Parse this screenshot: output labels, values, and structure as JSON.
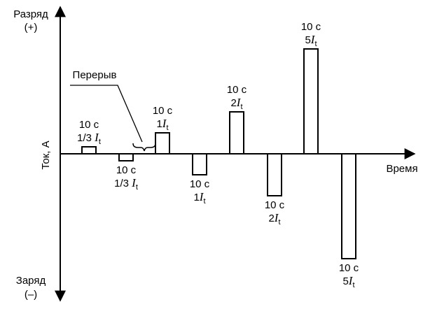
{
  "chart_data": {
    "type": "bar",
    "ylabel": "Ток, А",
    "xlabel": "Время",
    "y_top_label": [
      "Разряд",
      "(+)"
    ],
    "y_bottom_label": [
      "Заряд",
      "(–)"
    ],
    "pause_label": "Перерыв",
    "ylim": [
      -5.2,
      5.2
    ],
    "current_symbol": "I",
    "current_subscript": "t",
    "pulses": [
      {
        "value": 0.333,
        "duration": "10 с",
        "multiplier": "1/3"
      },
      {
        "value": -0.333,
        "duration": "10 с",
        "multiplier": "1/3"
      },
      {
        "value": 1,
        "duration": "10 с",
        "multiplier": "1"
      },
      {
        "value": -1,
        "duration": "10 с",
        "multiplier": "1"
      },
      {
        "value": 2,
        "duration": "10 с",
        "multiplier": "2"
      },
      {
        "value": -2,
        "duration": "10 с",
        "multiplier": "2"
      },
      {
        "value": 5,
        "duration": "10 с",
        "multiplier": "5"
      },
      {
        "value": -5,
        "duration": "10 с",
        "multiplier": "5"
      }
    ]
  }
}
